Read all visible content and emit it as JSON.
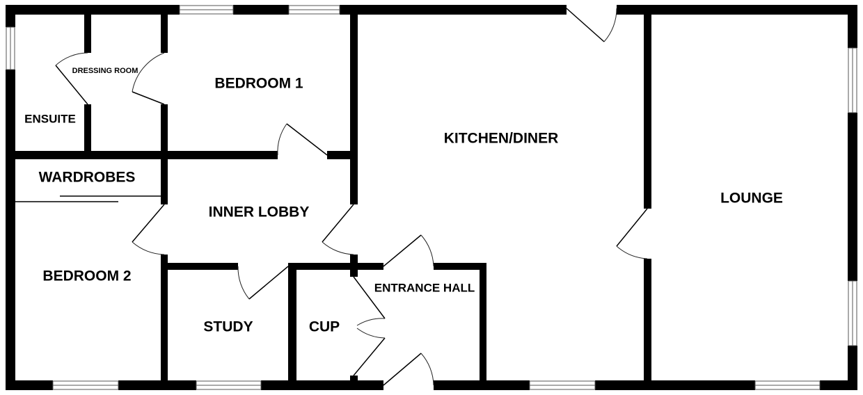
{
  "rooms": {
    "dressing_room": "DRESSING ROOM",
    "bedroom_1": "BEDROOM 1",
    "ensuite": "ENSUITE",
    "kitchen_diner": "KITCHEN/DINER",
    "wardrobes": "WARDROBES",
    "lounge": "LOUNGE",
    "inner_lobby": "INNER LOBBY",
    "bedroom_2": "BEDROOM 2",
    "entrance_hall": "ENTRANCE HALL",
    "study": "STUDY",
    "cup": "CUP"
  },
  "colors": {
    "wall": "#000000",
    "background": "#ffffff"
  }
}
